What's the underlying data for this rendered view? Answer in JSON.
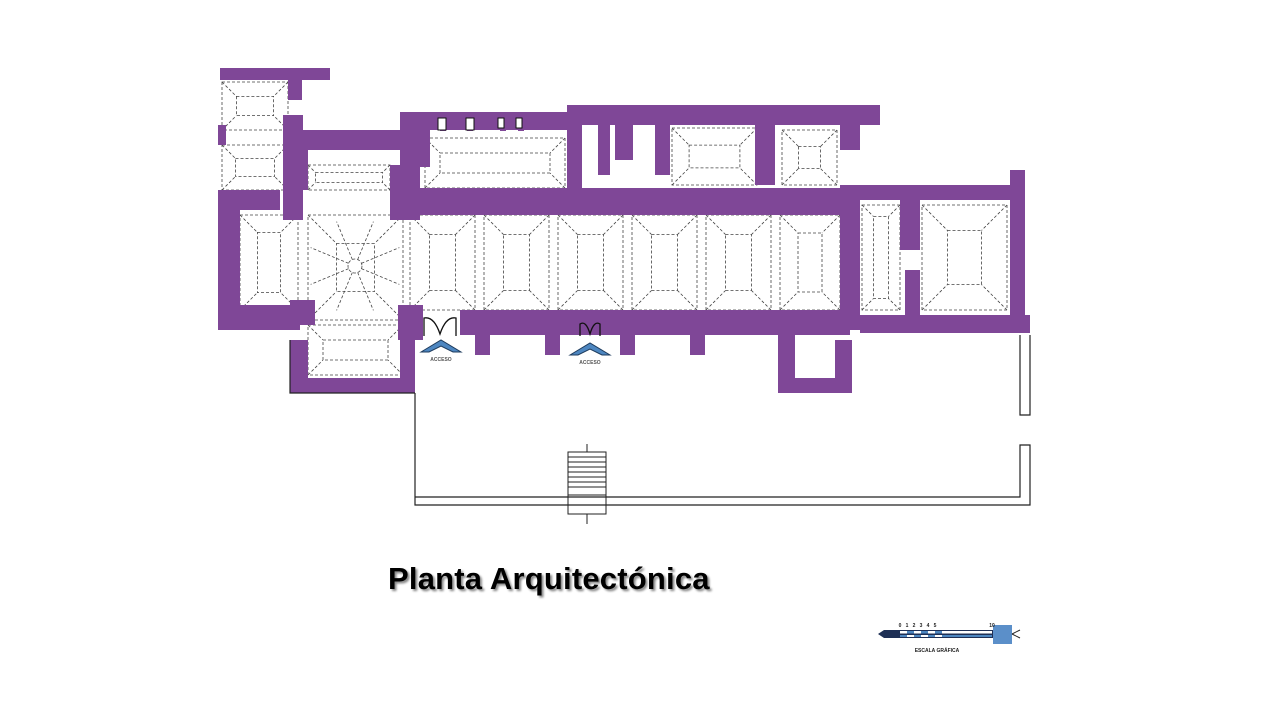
{
  "title": "Planta Arquitectónica",
  "access_labels": [
    "ACCESO",
    "ACCESO"
  ],
  "scale": {
    "label": "ESCALA GRÁFICA",
    "ticks": [
      "0",
      "1",
      "2",
      "3",
      "4",
      "5",
      "10"
    ]
  },
  "colors": {
    "wall": "#7f4797",
    "access": "#4d86c0",
    "scale_end": "#5b8fc9"
  }
}
